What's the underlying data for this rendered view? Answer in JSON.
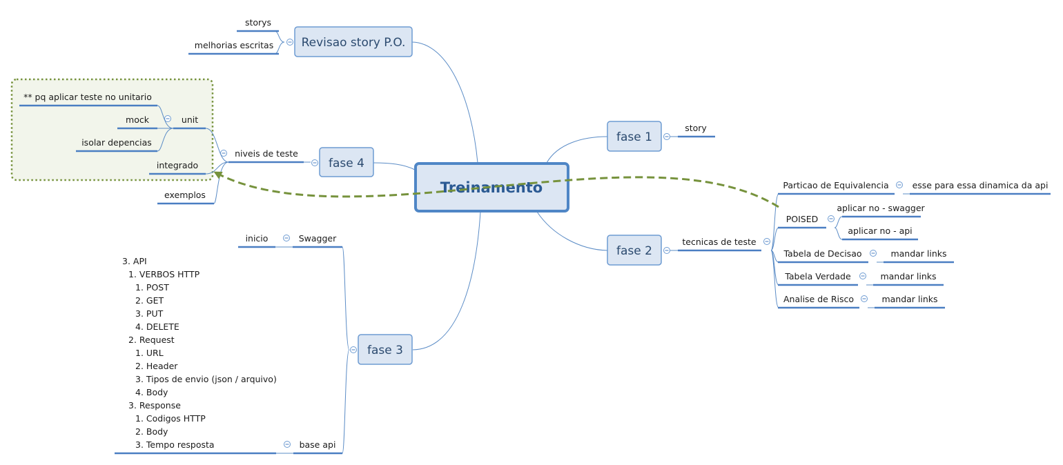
{
  "central": "Treinamento",
  "revisao": {
    "label": "Revisao story P.O.",
    "children": [
      "storys",
      "melhorias escritas"
    ]
  },
  "fase1": {
    "label": "fase 1",
    "children": [
      "story"
    ]
  },
  "fase2": {
    "label": "fase 2",
    "branch": "tecnicas de teste",
    "items": [
      {
        "label": "Particao de Equivalencia",
        "children": [
          "esse para essa dinamica da api"
        ]
      },
      {
        "label": "POISED",
        "children": [
          "aplicar no - swagger",
          "aplicar no - api"
        ]
      },
      {
        "label": "Tabela de Decisao",
        "children": [
          "mandar links"
        ]
      },
      {
        "label": "Tabela Verdade",
        "children": [
          "mandar links"
        ]
      },
      {
        "label": "Analise de Risco",
        "children": [
          "mandar links"
        ]
      }
    ]
  },
  "fase3": {
    "label": "fase 3",
    "swagger": {
      "label": "Swagger",
      "children": [
        "inicio"
      ]
    },
    "base_api": {
      "label": "base api",
      "notes": [
        "3. API",
        "1. VERBOS HTTP",
        "1. POST",
        "2. GET",
        "3. PUT",
        "4. DELETE",
        "2. Request",
        "1. URL",
        "2. Header",
        "3. Tipos de envio (json / arquivo)",
        "4. Body",
        "3. Response",
        "1. Codigos HTTP",
        "2. Body",
        "3. Tempo resposta"
      ]
    }
  },
  "fase4": {
    "label": "fase 4",
    "branch": "niveis de teste",
    "unit": {
      "label": "unit",
      "children": [
        "** pq aplicar teste no unitario",
        "mock",
        "isolar depencias"
      ]
    },
    "integrado": "integrado",
    "exemplos": "exemplos"
  },
  "colors": {
    "central_fill": "#dce6f3",
    "central_border": "#4f86c6",
    "branch_line": "#5b8cc6",
    "underline": "#4a7ec2",
    "group_border": "#76923c",
    "group_fill": "#f2f5eb",
    "relationship_arrow": "#76923c"
  },
  "icons": {
    "collapse": "minus-circle-icon",
    "arrow": "arrow-head-icon"
  }
}
